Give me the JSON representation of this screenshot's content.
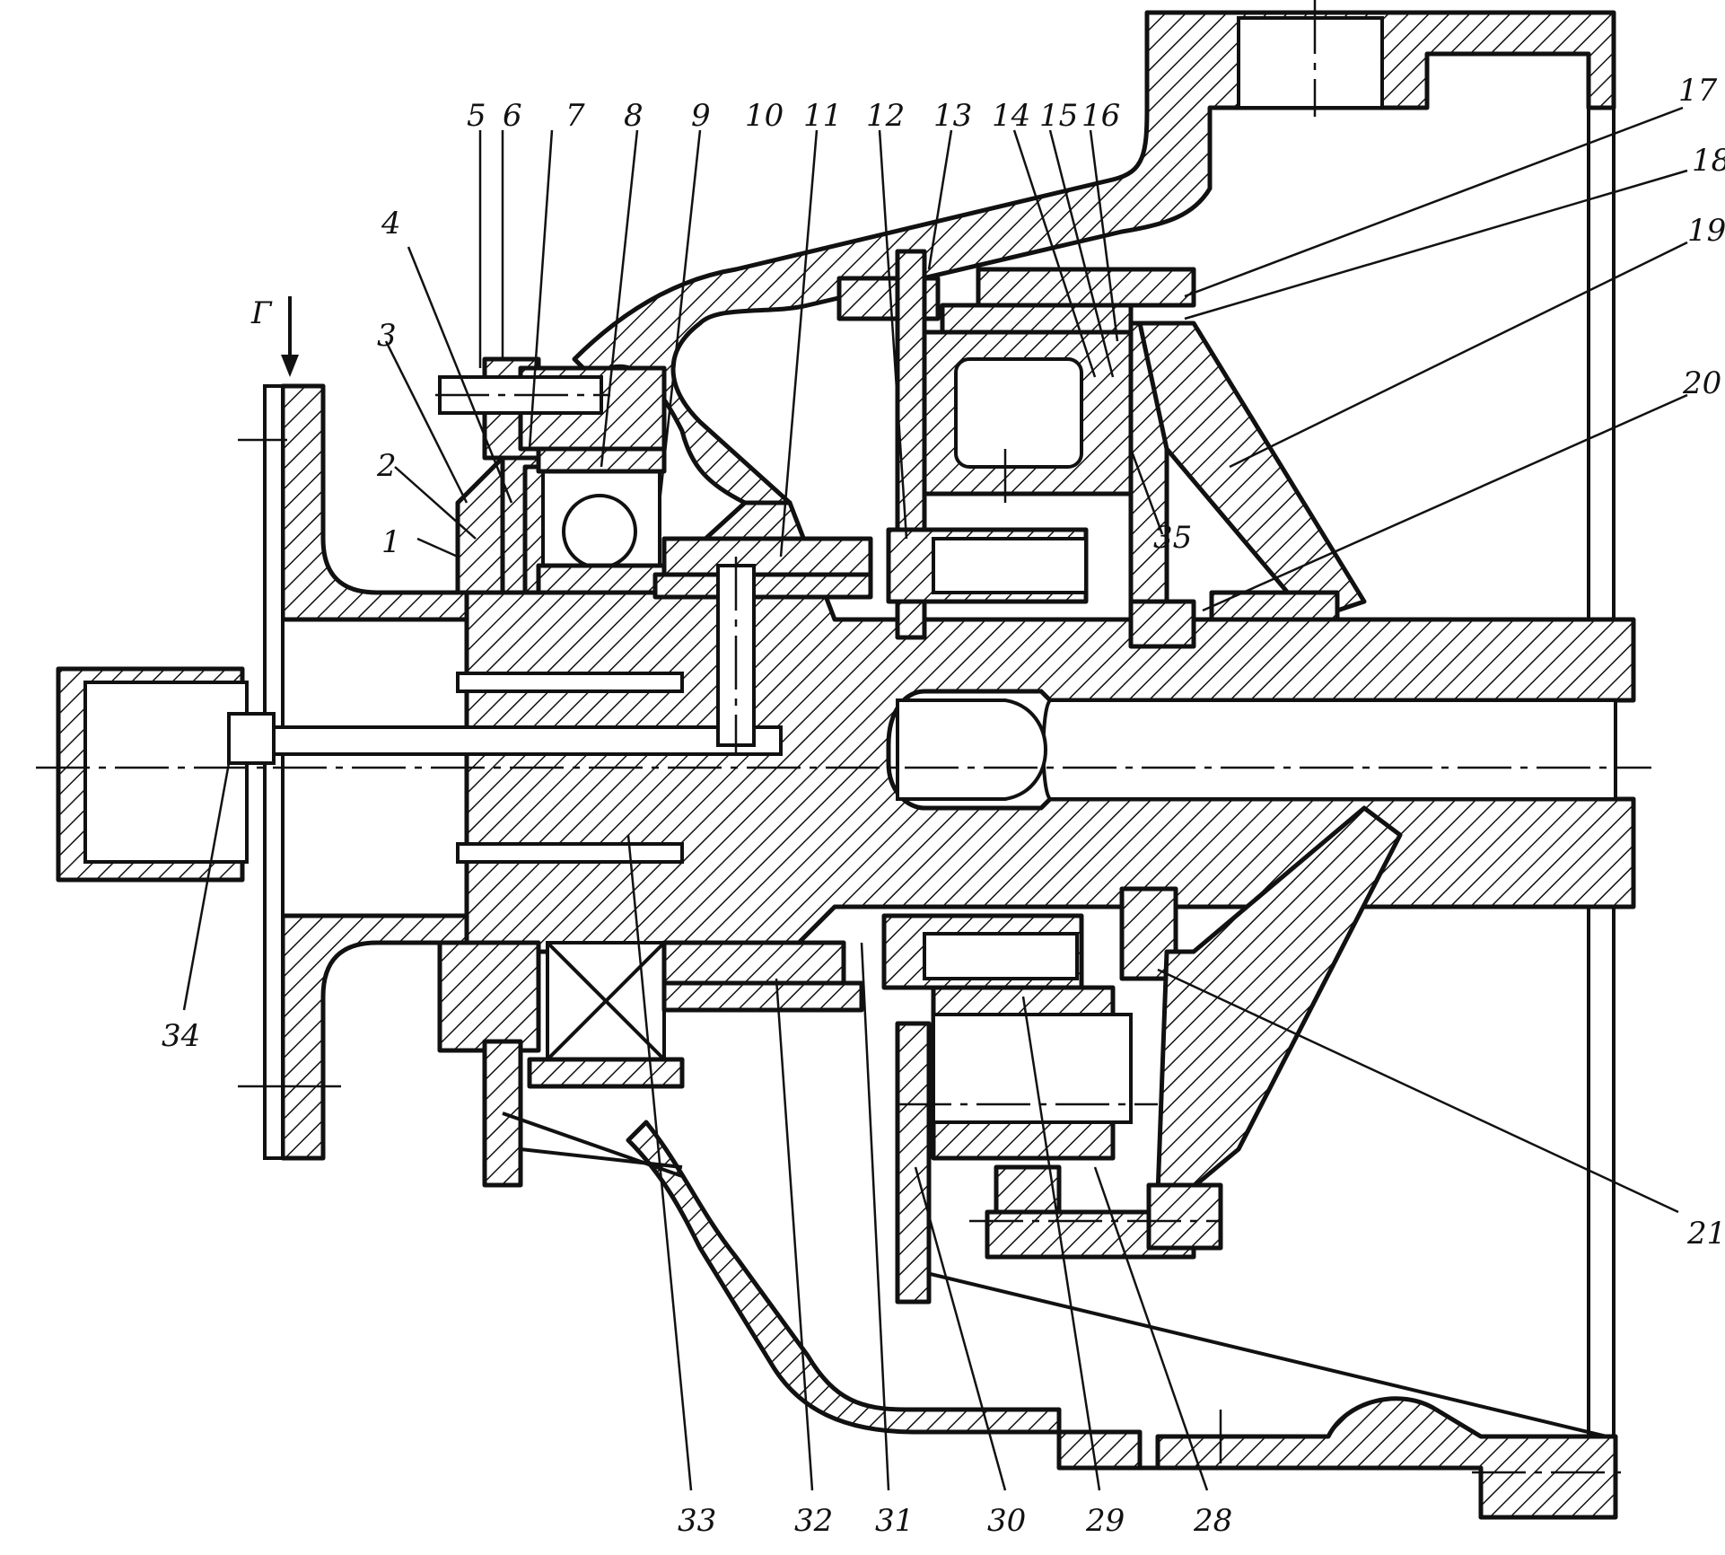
{
  "figure": {
    "view_marker": "Г",
    "labels_top": [
      "1",
      "2",
      "3",
      "4",
      "5",
      "6",
      "7",
      "8",
      "9",
      "10",
      "11",
      "12",
      "13",
      "14",
      "15",
      "16"
    ],
    "labels_right": [
      "17",
      "18",
      "19",
      "20",
      "35",
      "21"
    ],
    "labels_bottom": [
      "34",
      "33",
      "32",
      "31",
      "30",
      "29",
      "28"
    ]
  },
  "colors": {
    "ink": "#111111",
    "paper": "#ffffff"
  }
}
